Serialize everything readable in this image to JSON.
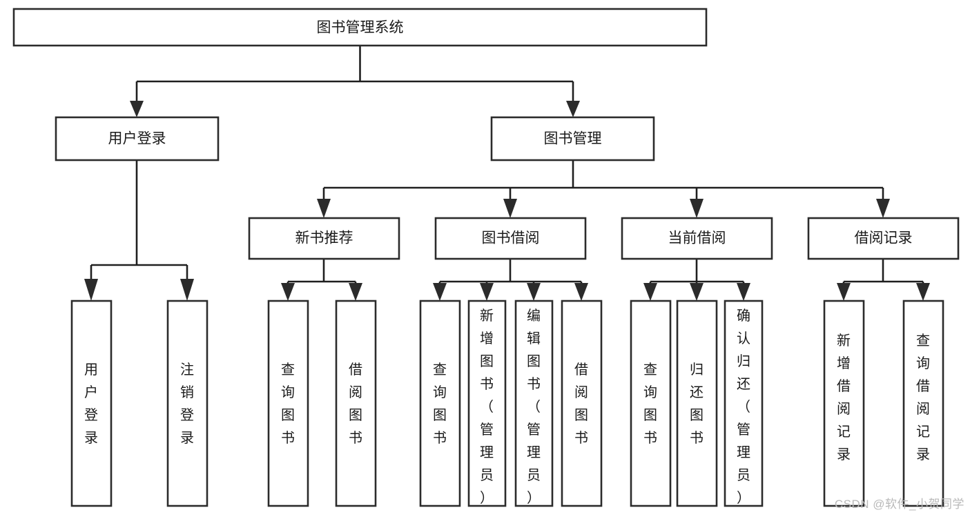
{
  "diagram": {
    "title": "图书管理系统",
    "watermark": "CSDN @软件_小贺同学",
    "colors": {
      "box_stroke": "#2b2b2b",
      "connector": "#1f1f1f",
      "background": "#ffffff",
      "text": "#1a1a1a",
      "watermark": "#b9b9b9"
    },
    "root": {
      "label": "图书管理系统"
    },
    "level2": [
      {
        "label": "用户登录"
      },
      {
        "label": "图书管理"
      }
    ],
    "level3": [
      {
        "label": "新书推荐"
      },
      {
        "label": "图书借阅"
      },
      {
        "label": "当前借阅"
      },
      {
        "label": "借阅记录"
      }
    ],
    "leaves": {
      "user_login": [
        {
          "label": "用户登录"
        },
        {
          "label": "注销登录"
        }
      ],
      "new_book_recommend": [
        {
          "label": "查询图书"
        },
        {
          "label": "借阅图书"
        }
      ],
      "book_borrow": [
        {
          "label": "查询图书"
        },
        {
          "label": "新增图书（管理员）"
        },
        {
          "label": "编辑图书（管理员）"
        },
        {
          "label": "借阅图书"
        }
      ],
      "current_borrow": [
        {
          "label": "查询图书"
        },
        {
          "label": "归还图书"
        },
        {
          "label": "确认归还（管理员）"
        }
      ],
      "borrow_record": [
        {
          "label": "新增借阅记录"
        },
        {
          "label": "查询借阅记录"
        }
      ]
    }
  }
}
